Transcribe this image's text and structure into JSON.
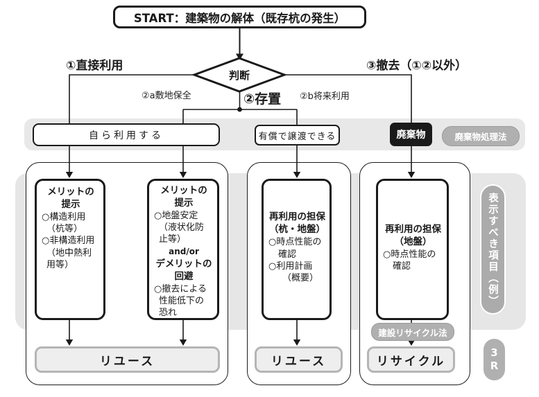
{
  "start": {
    "label": "START：建築物の解体（既存杭の発生）"
  },
  "decision": {
    "label": "判断"
  },
  "branches": {
    "b1": "①直接利用",
    "b2": "②存置",
    "b2a": "②a敷地保全",
    "b2b": "②b将来利用",
    "b3": "③撤去（①②以外）"
  },
  "row1": {
    "use_self": "自ら利用する",
    "transfer": "有償で譲渡できる",
    "waste": "廃棄物",
    "waste_law": "廃棄物処理法"
  },
  "boxes": {
    "box1": {
      "lines": [
        "メリットの",
        "提示",
        "○構造利用",
        "（杭等）",
        "○非構造利用",
        "（地中熱利",
        "用等）"
      ]
    },
    "box2": {
      "lines": [
        "メリットの",
        "提示",
        "○地盤安定",
        "（液状化防",
        "止等）",
        "and/or",
        "デメリットの",
        "回避",
        "○撤去による",
        "性能低下の",
        "恐れ"
      ]
    },
    "box3": {
      "lines": [
        "再利用の担保",
        "（杭・地盤）",
        "○時点性能の",
        "確認",
        "○利用計画",
        "（概要）"
      ]
    },
    "box4": {
      "lines": [
        "再利用の担保",
        "（地盤）",
        "○時点性能の",
        "確認"
      ]
    }
  },
  "badges": {
    "recycle_law": "建設リサイクル法",
    "side_label": "表示すべき項目（例）",
    "three_r": [
      "3",
      "R"
    ]
  },
  "results": {
    "r1": "リユース",
    "r2": "リユース",
    "r3": "リサイクル"
  },
  "colors": {
    "band_gray": "#e8e8e8",
    "badge_gray": "#b0b0b0",
    "line_black": "#1a1a1a",
    "result_fill": "#eeeeee",
    "result_border": "#b5b5b5"
  }
}
